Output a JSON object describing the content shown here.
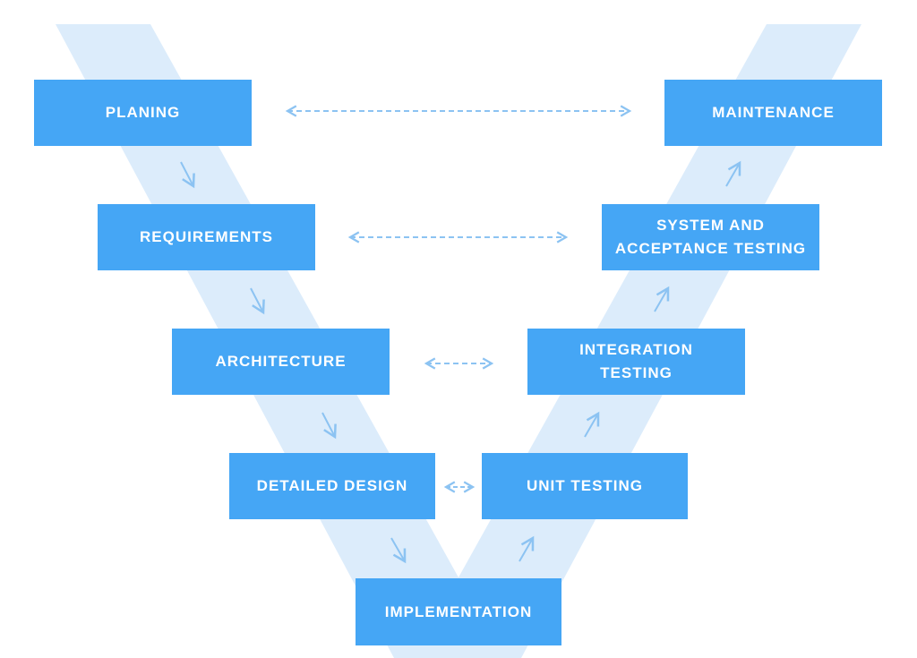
{
  "colors": {
    "box_fill": "#45a6f5",
    "box_text": "#ffffff",
    "v_band": "#dcecfb",
    "arrow": "#8cc3f2"
  },
  "stages": {
    "planing": "PLANING",
    "requirements": "REQUIREMENTS",
    "architecture": "ARCHITECTURE",
    "detailed_design": "DETAILED DESIGN",
    "implementation": "IMPLEMENTATION",
    "unit_testing": "UNIT TESTING",
    "integration_testing": "INTEGRATION\nTESTING",
    "system_acceptance_testing": "SYSTEM AND\nACCEPTANCE TESTING",
    "maintenance": "MAINTENANCE"
  },
  "icons": {
    "flow_down": "arrow-down-right-icon",
    "flow_up": "arrow-up-right-icon",
    "correspondence": "double-arrow-dashed-icon"
  }
}
